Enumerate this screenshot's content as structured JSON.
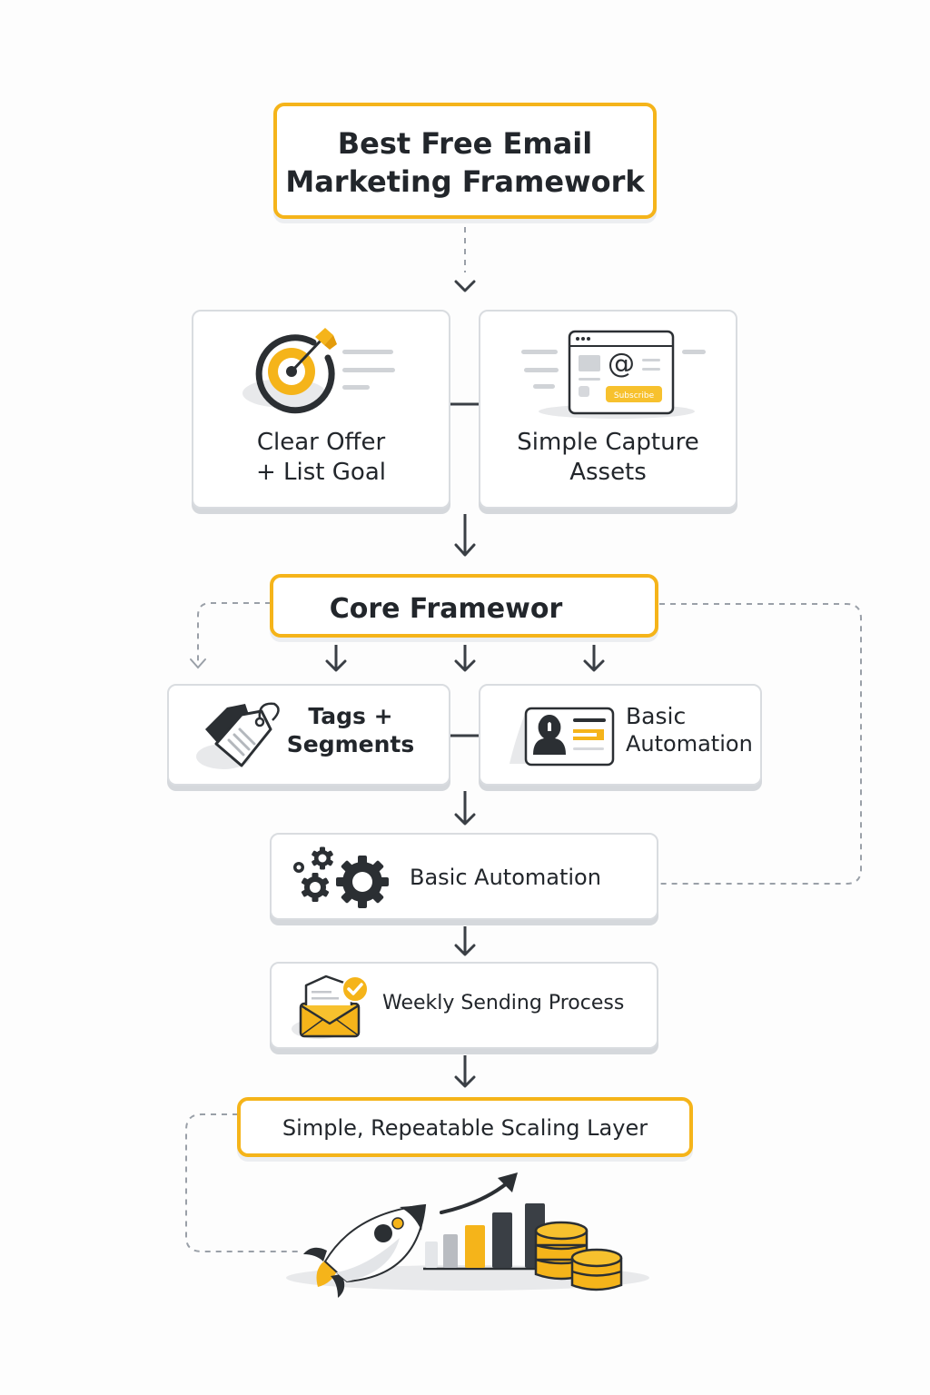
{
  "title": {
    "line1": "Best Free Email",
    "line2": "Marketing Framework"
  },
  "stage1": {
    "left": {
      "line1": "Clear Offer",
      "line2": "+ List Goal",
      "icon": "target-arrow-icon"
    },
    "right": {
      "line1": "Simple Capture",
      "line2": "Assets",
      "icon": "signup-form-icon",
      "button_label": "Subscribe"
    }
  },
  "core": {
    "label": "Core Framewor"
  },
  "stage2": {
    "left": {
      "line1": "Tags +",
      "line2": "Segments",
      "icon": "tags-icon"
    },
    "right": {
      "line1": "Basic",
      "line2": "Automation",
      "icon": "contact-card-icon"
    }
  },
  "automation": {
    "label": "Basic Automation",
    "icon": "gears-icon"
  },
  "sending": {
    "label": "Weekly Sending Process",
    "icon": "envelope-check-icon"
  },
  "scaling": {
    "label": "Simple, Repeatable Scaling Layer",
    "icon": "rocket-growth-icon"
  },
  "colors": {
    "accent": "#f5b41a",
    "dark": "#2b2f33",
    "border": "#d9dce0",
    "dashed": "#9aa0a8"
  }
}
